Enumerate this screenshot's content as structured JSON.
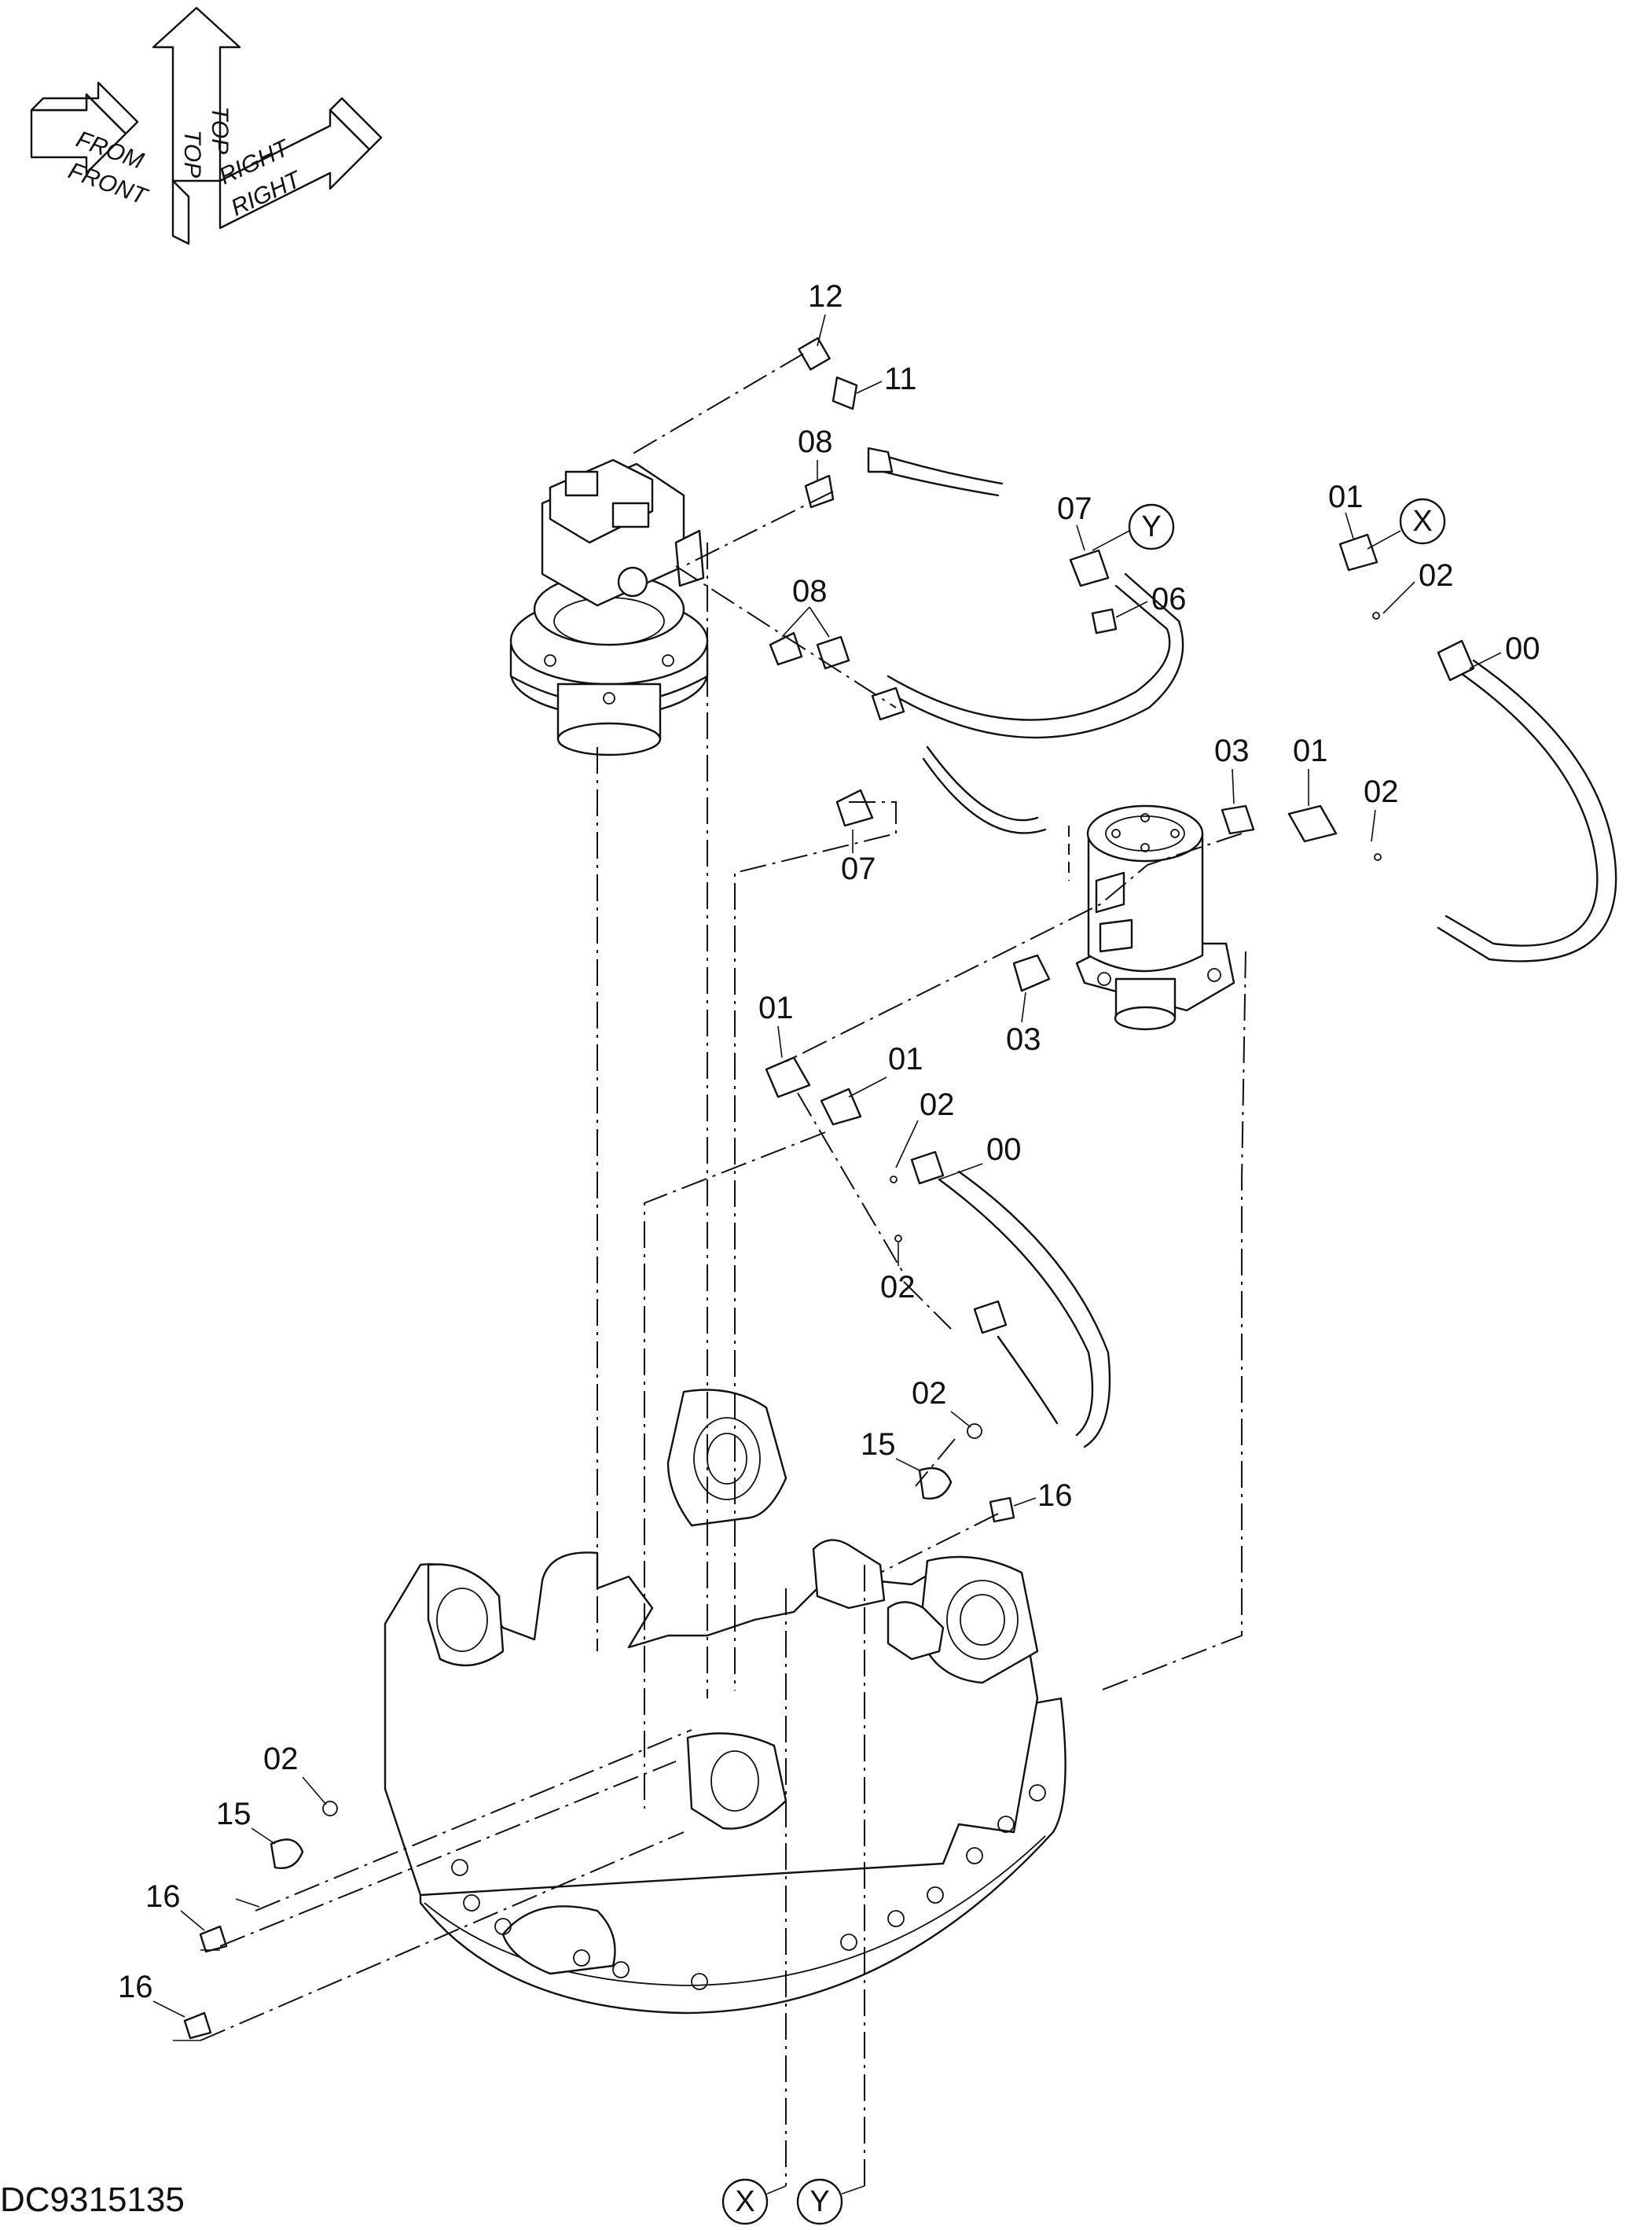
{
  "orientation": {
    "top_a": "TOP",
    "top_b": "TOP",
    "front_a": "FROM",
    "front_b": "FRONT",
    "right_a": "RIGHT",
    "right_b": "RIGHT"
  },
  "drawing_code": "DC9315135",
  "refs": {
    "x": "X",
    "y": "Y"
  },
  "labels": {
    "p12": "12",
    "p11": "11",
    "p08a": "08",
    "p08b": "08",
    "p07a": "07",
    "p07b": "07",
    "p06": "06",
    "p01a": "01",
    "p02a": "02",
    "p00a": "00",
    "p03a": "03",
    "p01b": "01",
    "p02b": "02",
    "p03b": "03",
    "p01c": "01",
    "p01d": "01",
    "p02c": "02",
    "p00b": "00",
    "p02d": "02",
    "p02e": "02",
    "p15a": "15",
    "p16a": "16",
    "p02f": "02",
    "p15b": "15",
    "p16b": "16",
    "p16c": "16"
  }
}
